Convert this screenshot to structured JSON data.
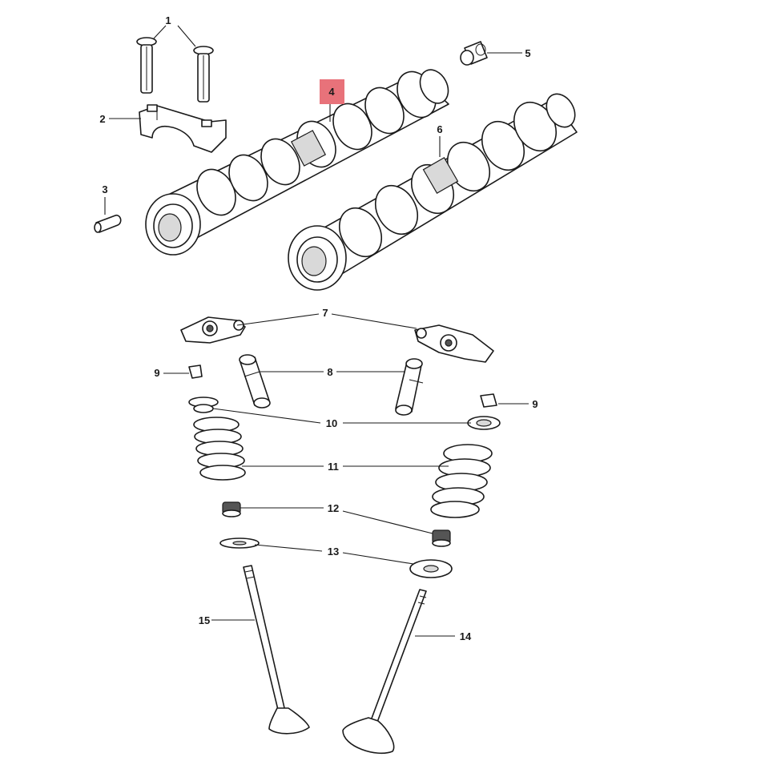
{
  "callouts": [
    {
      "id": "1",
      "label": "1"
    },
    {
      "id": "2",
      "label": "2"
    },
    {
      "id": "3",
      "label": "3"
    },
    {
      "id": "4",
      "label": "4",
      "highlighted": true
    },
    {
      "id": "5",
      "label": "5"
    },
    {
      "id": "6",
      "label": "6"
    },
    {
      "id": "7",
      "label": "7"
    },
    {
      "id": "8",
      "label": "8"
    },
    {
      "id": "9a",
      "label": "9"
    },
    {
      "id": "9b",
      "label": "9"
    },
    {
      "id": "10",
      "label": "10"
    },
    {
      "id": "11",
      "label": "11"
    },
    {
      "id": "12",
      "label": "12"
    },
    {
      "id": "13",
      "label": "13"
    },
    {
      "id": "14",
      "label": "14"
    },
    {
      "id": "15",
      "label": "15"
    }
  ],
  "colors": {
    "highlight": "#e8727a",
    "line": "#1a1a1a",
    "background": "#ffffff"
  }
}
